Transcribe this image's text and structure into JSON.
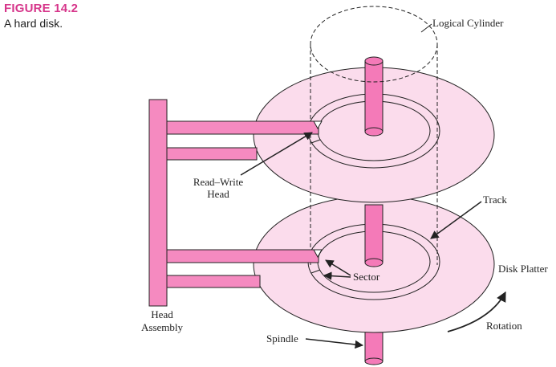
{
  "caption": {
    "figure_number": "FIGURE 14.2",
    "title": "A hard disk."
  },
  "labels": {
    "logical_cylinder": "Logical Cylinder",
    "read_write_line1": "Read–Write",
    "read_write_line2": "Head",
    "track": "Track",
    "sector": "Sector",
    "disk_platter": "Disk Platter",
    "head_line1": "Head",
    "head_line2": "Assembly",
    "rotation": "Rotation",
    "spindle": "Spindle"
  },
  "colors": {
    "platter_fill": "#fbdcec",
    "arm_fill": "#f58ac0",
    "spindle_fill": "#f47ab8",
    "outline": "#222222",
    "accent": "#d6358a"
  }
}
